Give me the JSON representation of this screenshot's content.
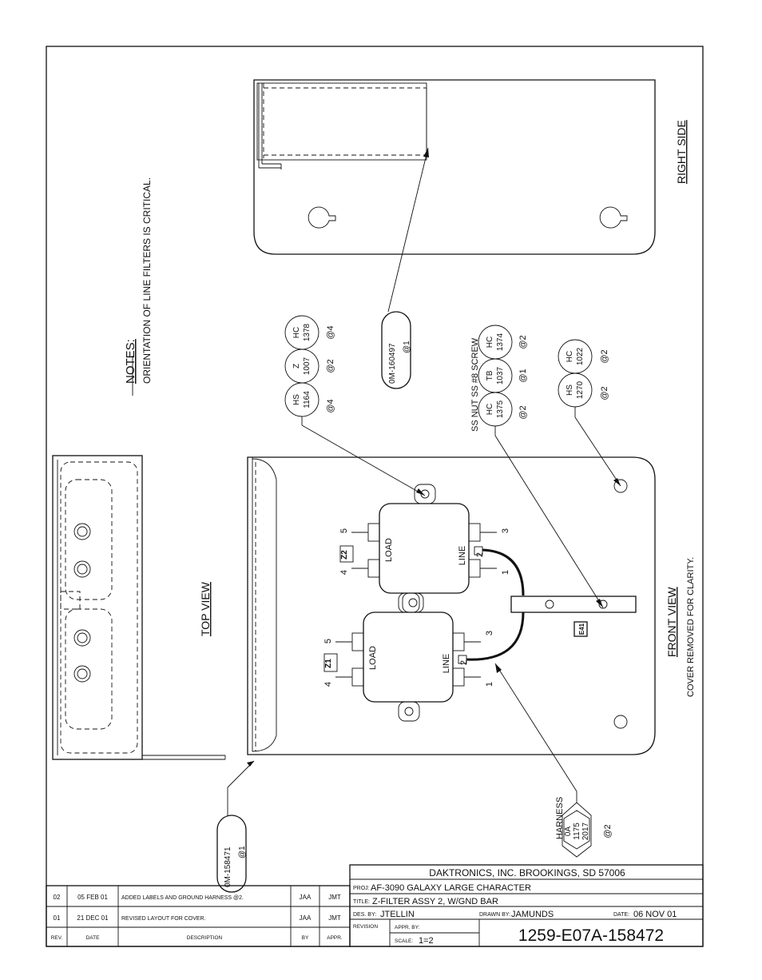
{
  "notes": {
    "heading": "NOTES:",
    "text": "ORIENTATION OF LINE FILTERS IS CRITICAL."
  },
  "views": {
    "top": "TOP VIEW",
    "front": "FRONT VIEW",
    "front_note": "COVER REMOVED FOR CLARITY.",
    "right": "RIGHT SIDE"
  },
  "callouts": {
    "group1": [
      {
        "code": "HS",
        "num": "1164",
        "qty": "@4"
      },
      {
        "code": "Z",
        "num": "1007",
        "qty": "@2"
      },
      {
        "code": "HC",
        "num": "1378",
        "qty": "@4"
      }
    ],
    "group2_label": "SS NUT  SS #8 SCREW",
    "group2": [
      {
        "code": "HC",
        "num": "1375",
        "qty": "@2"
      },
      {
        "code": "TB",
        "num": "1037",
        "qty": "@1"
      },
      {
        "code": "HC",
        "num": "1374",
        "qty": "@2"
      }
    ],
    "group3": [
      {
        "code": "HS",
        "num": "1270",
        "qty": "@2"
      },
      {
        "code": "HC",
        "num": "1022",
        "qty": "@2"
      }
    ],
    "part_160497": {
      "num": "0M-160497",
      "qty": "@1"
    },
    "part_158471": {
      "num": "0M-158471",
      "qty": "@1"
    },
    "harness": {
      "label": "HARNESS",
      "l1": "0A",
      "l2": "1175",
      "l3": "2017",
      "qty": "@2"
    }
  },
  "filters": {
    "z1": "Z1",
    "z2": "Z2",
    "load": "LOAD",
    "line": "LINE",
    "e41": "E41",
    "pins": [
      "1",
      "2",
      "3",
      "4",
      "5"
    ]
  },
  "revisions": {
    "rows": [
      {
        "rev": "02",
        "date": "05 FEB 01",
        "desc": "ADDED LABELS AND GROUND HARNESS @2.",
        "by": "JAA",
        "appr": "JMT"
      },
      {
        "rev": "01",
        "date": "21 DEC 01",
        "desc": "REVISED LAYOUT FOR COVER.",
        "by": "JAA",
        "appr": "JMT"
      }
    ],
    "headers": {
      "rev": "REV.",
      "date": "DATE",
      "desc": "DESCRIPTION",
      "by": "BY",
      "appr": "APPR."
    }
  },
  "title_block": {
    "company": "DAKTRONICS, INC.   BROOKINGS, SD 57006",
    "proj_label": "PROJ:",
    "proj": "AF-3090 GALAXY LARGE CHARACTER",
    "title_label": "TITLE:",
    "title": "Z-FILTER ASSY 2, W/GND BAR",
    "des_label": "DES. BY:",
    "des": "JTELLIN",
    "drawn_label": "DRAWN BY:",
    "drawn": "JAMUNDS",
    "date_label": "DATE:",
    "date": "06 NOV 01",
    "revision_label": "REVISION",
    "appr_label": "APPR. BY:",
    "scale_label": "SCALE:",
    "scale": "1=2",
    "drawing_number": "1259-E07A-158472"
  }
}
